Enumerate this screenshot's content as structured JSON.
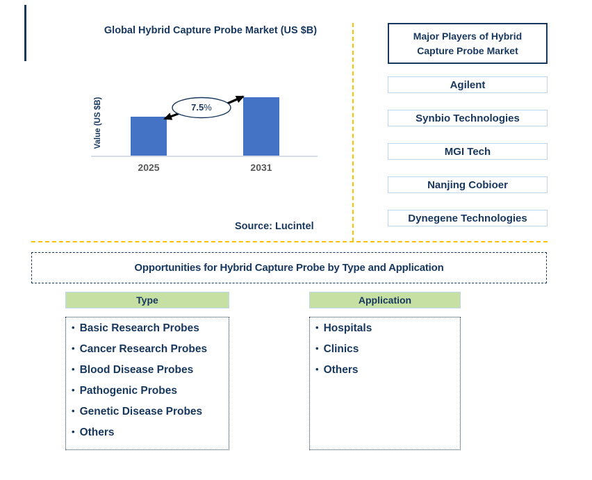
{
  "colors": {
    "navy_text": "#17375E",
    "bar_blue": "#4472C4",
    "divider_yellow": "#FFC000",
    "header_green": "#C6E0A4",
    "box_border_light_blue": "#BDD7EE",
    "tick_gray": "#595959"
  },
  "chart_data": {
    "type": "bar",
    "title": "Global Hybrid Capture Probe Market (US $B)",
    "categories": [
      "2025",
      "2031"
    ],
    "values": [
      1.0,
      1.5
    ],
    "xlabel": "",
    "ylabel": "Value (US $B)",
    "annotation": "7.5% growth from 2025 to 2031",
    "legend": "none",
    "grid": "off"
  },
  "market_chart": {
    "title": "Global Hybrid Capture Probe Market (US $B)",
    "y_axis_label": "Value (US $B)",
    "growth_value": "7.5",
    "growth_unit": "%",
    "source": "Source: Lucintel"
  },
  "players_panel": {
    "title": "Major Players of Hybrid Capture Probe Market",
    "players": [
      "Agilent",
      "Synbio Technologies",
      "MGI Tech",
      "Nanjing Cobioer",
      "Dynegene Technologies"
    ]
  },
  "opportunities": {
    "title": "Opportunities for Hybrid Capture Probe by Type and Application",
    "type_column": {
      "header": "Type",
      "items": [
        "Basic Research Probes",
        "Cancer Research Probes",
        "Blood Disease Probes",
        "Pathogenic Probes",
        "Genetic Disease Probes",
        "Others"
      ]
    },
    "application_column": {
      "header": "Application",
      "items": [
        "Hospitals",
        "Clinics",
        "Others"
      ]
    }
  }
}
